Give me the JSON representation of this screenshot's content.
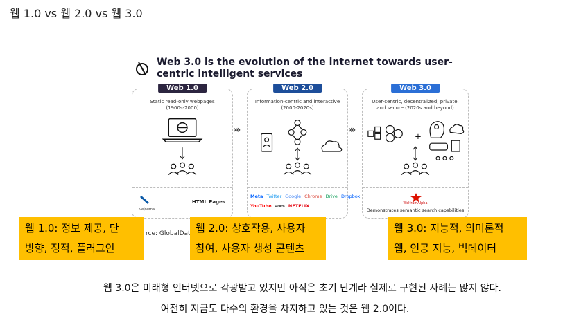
{
  "heading": "웹 1.0 vs 웹 2.0 vs 웹 3.0",
  "figure": {
    "title": "Web 3.0 is the evolution of the internet towards user-centric intelligent services",
    "panels": [
      {
        "badge": "Web 1.0",
        "desc_line1": "Static read-only webpages",
        "desc_line2": "(1900s-2000)",
        "footer_text": "HTML Pages",
        "footer_brand": "Livejournal"
      },
      {
        "badge": "Web 2.0",
        "desc_line1": "Information-centric and interactive",
        "desc_line2": "(2000-2020s)",
        "brands_row1": [
          "Meta",
          "Twitter",
          "Google",
          "Chrome",
          "Drive",
          "Dropbox"
        ],
        "brands_row2": [
          "YouTube",
          "aws",
          "NETFLIX"
        ]
      },
      {
        "badge": "Web 3.0",
        "desc_line1": "User-centric, decentralized, private,",
        "desc_line2": "and secure (2020s and beyond)",
        "footer_brand": "WolframAlpha",
        "footer_text": "Demonstrates semantic search capabilities"
      }
    ],
    "arrows": "›››",
    "source": "rce: GlobalData"
  },
  "callouts": [
    {
      "line1": "웹 1.0: 정보 제공, 단",
      "line2": "방향, 정적, 플러그인"
    },
    {
      "line1": "웹 2.0: 상호작용, 사용자",
      "line2": "참여, 사용자 생성 콘텐츠"
    },
    {
      "line1": "웹 3.0: 지능적, 의미론적",
      "line2": "웹, 인공 지능, 빅데이터"
    }
  ],
  "summary": {
    "line1": "웹 3.0은 미래형 인터넷으로 각광받고 있지만 아직은 초기 단계라 실제로 구현된 사례는 많지 않다.",
    "line2": "여전히 지금도 다수의 환경을 차지하고 있는 것은 웹 2.0이다."
  },
  "colors": {
    "callout_bg": "#ffbf00",
    "badge_web1": "#2c2540",
    "badge_web2": "#1d4e9a",
    "badge_web3": "#2b6fd6"
  }
}
